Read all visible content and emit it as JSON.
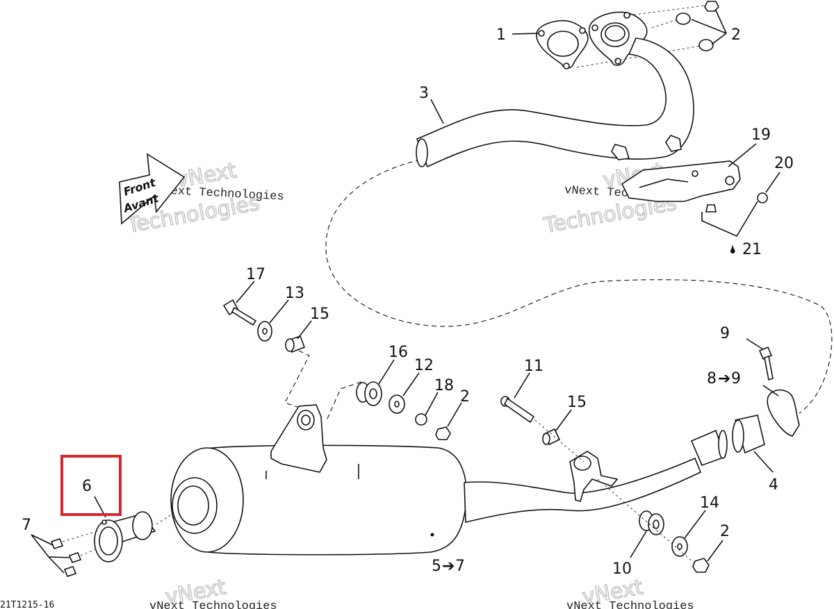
{
  "diagram": {
    "part_labels": {
      "p1": "1",
      "p2a": "2",
      "p3": "3",
      "p19": "19",
      "p20": "20",
      "p21": "21",
      "p17": "17",
      "p13": "13",
      "p15a": "15",
      "p16": "16",
      "p12": "12",
      "p18": "18",
      "p2b": "2",
      "p11": "11",
      "p15b": "15",
      "p9": "9",
      "p8": "8",
      "p9b": "9",
      "p4": "4",
      "p6": "6",
      "p7": "7",
      "p5": "5",
      "p7b": "7",
      "p10": "10",
      "p14": "14",
      "p2c": "2"
    },
    "arrow_glyph": "➔",
    "drop_glyph": "🌢",
    "front_text": "Front",
    "avant_text": "Avant",
    "drawing_code": "21T1215-16",
    "watermark_small": "vNext Technologies",
    "watermark_big_1": "vNext",
    "watermark_big_2": "Technologies",
    "highlight_color": "#d9262c"
  }
}
